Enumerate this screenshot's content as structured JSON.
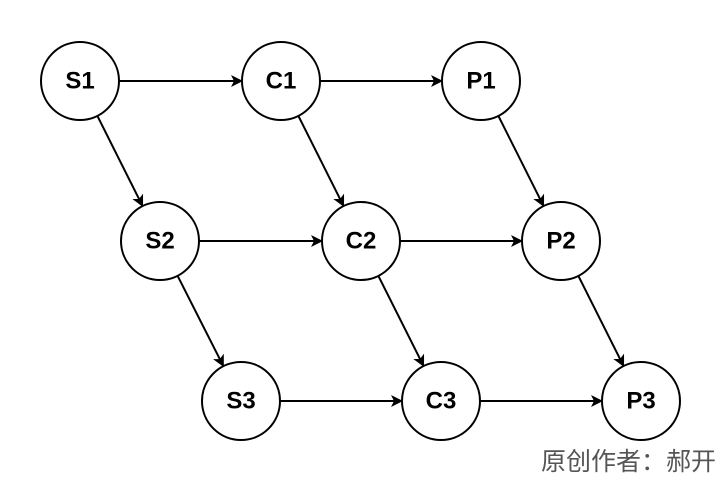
{
  "diagram": {
    "nodes": [
      {
        "id": "S1",
        "label": "S1"
      },
      {
        "id": "C1",
        "label": "C1"
      },
      {
        "id": "P1",
        "label": "P1"
      },
      {
        "id": "S2",
        "label": "S2"
      },
      {
        "id": "C2",
        "label": "C2"
      },
      {
        "id": "P2",
        "label": "P2"
      },
      {
        "id": "S3",
        "label": "S3"
      },
      {
        "id": "C3",
        "label": "C3"
      },
      {
        "id": "P3",
        "label": "P3"
      }
    ],
    "edges": [
      {
        "from": "S1",
        "to": "C1"
      },
      {
        "from": "C1",
        "to": "P1"
      },
      {
        "from": "S2",
        "to": "C2"
      },
      {
        "from": "C2",
        "to": "P2"
      },
      {
        "from": "S3",
        "to": "C3"
      },
      {
        "from": "C3",
        "to": "P3"
      },
      {
        "from": "S1",
        "to": "S2"
      },
      {
        "from": "S2",
        "to": "S3"
      },
      {
        "from": "C1",
        "to": "C2"
      },
      {
        "from": "C2",
        "to": "C3"
      },
      {
        "from": "P1",
        "to": "P2"
      },
      {
        "from": "P2",
        "to": "P3"
      }
    ],
    "colors": {
      "stroke": "#000000",
      "fill": "#ffffff",
      "credit": "#555555"
    }
  },
  "credit": "原创作者：郝开"
}
